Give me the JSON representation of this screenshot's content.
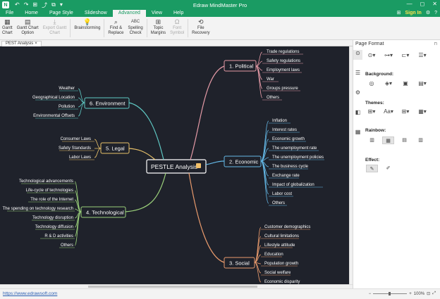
{
  "window": {
    "app_title": "Edraw MindMaster Pro",
    "logo_letter": "N",
    "quick_access": [
      "↶",
      "↷",
      "⊞",
      "⤴",
      "⧉",
      "▾"
    ],
    "controls": [
      "—",
      "◻",
      "✕"
    ]
  },
  "menu": {
    "tabs": [
      "File",
      "Home",
      "Page Style",
      "Slideshow",
      "Advanced",
      "View",
      "Help"
    ],
    "active_index": 4,
    "sign_in": "Sign In",
    "right_icons": [
      "⊞",
      "⚙",
      "?"
    ]
  },
  "ribbon": {
    "buttons": [
      {
        "icon": "▦",
        "label": "Gantt\nChart",
        "disabled": false
      },
      {
        "icon": "▤",
        "label": "Gantt Chart\nOption",
        "disabled": false
      },
      {
        "icon": "⤓",
        "label": "Export Gantt\nChart",
        "disabled": true
      },
      {
        "icon": "💡",
        "label": "Brainstorming",
        "disabled": false
      },
      {
        "icon": "⌕",
        "label": "Find &\nReplace",
        "disabled": false
      },
      {
        "icon": "ABC",
        "label": "Spelling\nCheck",
        "disabled": false
      },
      {
        "icon": "⊞",
        "label": "Topic\nMargins",
        "disabled": false
      },
      {
        "icon": "Ω",
        "label": "Font\nSymbol",
        "disabled": true
      },
      {
        "icon": "⟲",
        "label": "File\nRecovery",
        "disabled": false
      }
    ]
  },
  "document": {
    "tab_label": "PEST Analysis",
    "tab_close": "×"
  },
  "mindmap": {
    "central": "PESTLE Analysis",
    "branches": {
      "political": {
        "label": "1. Political",
        "color": "#e49aa6",
        "items": [
          "Trade regulations",
          "Safety regulations",
          "Employment laws",
          "War",
          "Groups  pressure",
          "Others"
        ]
      },
      "economic": {
        "label": "2. Economic",
        "color": "#64b8e6",
        "items": [
          "Inflation",
          "Interest rates",
          "Economic growth",
          "The unemployment rate",
          "The unemployment policies",
          "The business cycle",
          "Exchange rate",
          "Impact of globalization",
          "Labor cost",
          "Others"
        ]
      },
      "social": {
        "label": "3. Social",
        "color": "#e89a6c",
        "items": [
          "Customer demographics",
          "Cultural limitations",
          "Lifestyle attitude",
          "Education",
          "Population growth",
          "Social welfare",
          "Economic disparity"
        ]
      },
      "technological": {
        "label": "4. Technological",
        "color": "#9ad07a",
        "items": [
          "Technological advancements",
          "Life-cycle of technologies",
          "The role of the Internet",
          "The spending on technology research",
          "Technology disruption",
          "Technology diffusion",
          "R & D activities",
          "Others"
        ]
      },
      "legal": {
        "label": "5. Legal",
        "color": "#e9c26a",
        "items": [
          "Consumer Laws",
          "Safety Standards",
          "Labor Laws"
        ]
      },
      "environment": {
        "label": "6. Environment",
        "color": "#5fc9c4",
        "items": [
          "Weather",
          "Geographical Location",
          "Pollution",
          "Environmental Offsets"
        ]
      }
    }
  },
  "panel": {
    "title": "Page Format",
    "pin_icon": "⊓",
    "side_icons": [
      "⊙",
      "☰",
      "⚙",
      "◧",
      "▦"
    ],
    "sections": {
      "background": "Background:",
      "themes": "Themes:",
      "rainbow": "Rainbow:",
      "effect": "Effect:"
    },
    "row_icons_1": [
      "⊙▾",
      "⊶▾",
      "⊏▾",
      "☰▾"
    ],
    "row_icons_bg": [
      "◎",
      "◈▾",
      "▣",
      "▤▾"
    ],
    "row_icons_theme": [
      "⊞▾",
      "Aa▾",
      "⊞▾",
      "▦▾"
    ],
    "rainbow_items": [
      "▥",
      "▦",
      "▤",
      "▥"
    ],
    "rainbow_active": 1,
    "effect_items": [
      "✎",
      "✐"
    ]
  },
  "status": {
    "url": "https://www.edrawsoft.com",
    "zoom": "100%",
    "zoom_controls": [
      "−",
      "+",
      "⊡",
      "⤢"
    ]
  }
}
